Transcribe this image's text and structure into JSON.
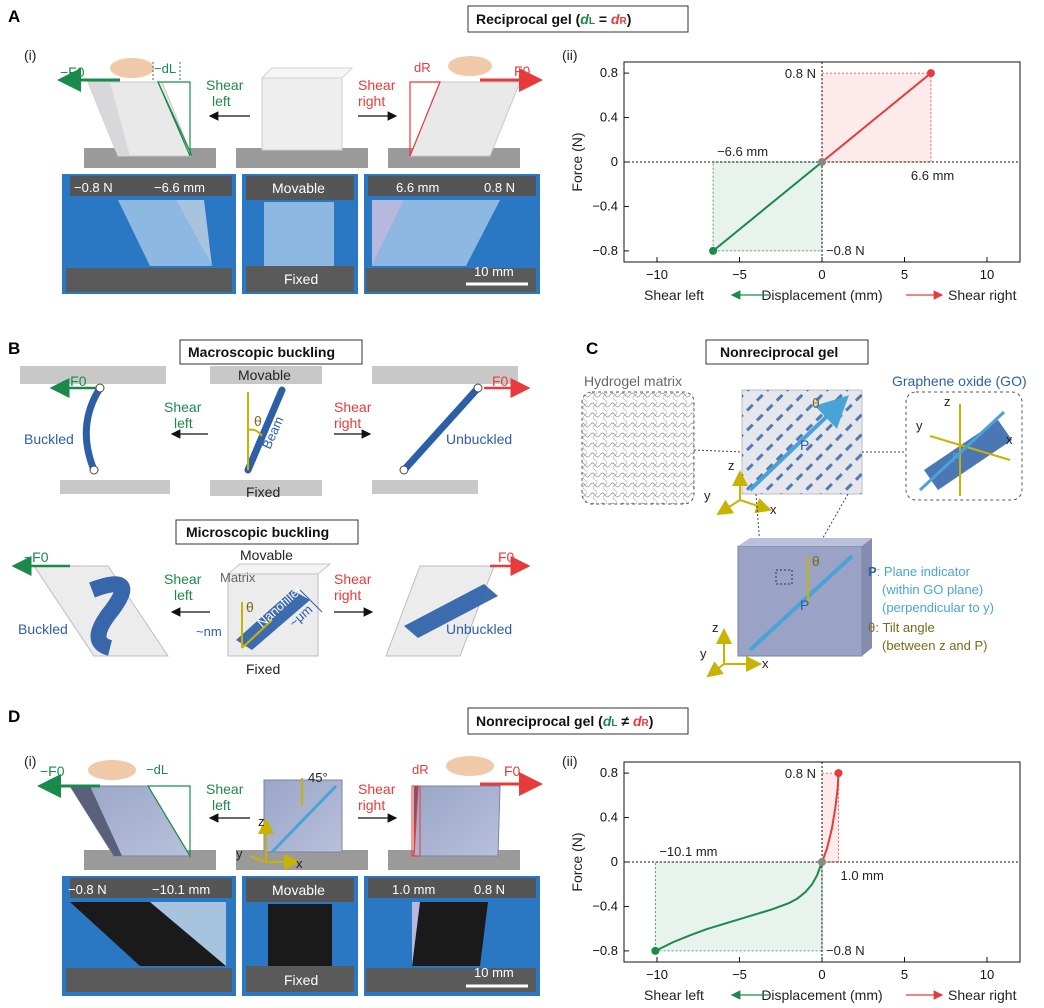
{
  "panels": {
    "A": {
      "letter": "A",
      "title": "Reciprocal gel",
      "title_cond": "= ",
      "sub_i": "(i)",
      "sub_ii": "(ii)",
      "neg_f0": "−F0",
      "pos_f0": "F0",
      "neg_dl": "−dL",
      "dr": "dR",
      "shear_left": [
        "Shear",
        "left"
      ],
      "shear_right": [
        "Shear",
        "right"
      ],
      "photo_labels": {
        "left_force": "−0.8 N",
        "left_disp": "−6.6 mm",
        "movable": "Movable",
        "fixed": "Fixed",
        "right_disp": "6.6 mm",
        "right_force": "0.8 N",
        "scale": "10 mm"
      },
      "chart_labels": {
        "pt_pos": "0.8 N",
        "disp_pos": "6.6 mm",
        "disp_neg": "−6.6 mm",
        "pt_neg": "−0.8 N"
      }
    },
    "B": {
      "letter": "B",
      "macro_title": "Macroscopic buckling",
      "micro_title": "Microscopic buckling",
      "neg_f0": "−F0",
      "pos_f0": "F0",
      "movable": "Movable",
      "fixed": "Fixed",
      "buckled": "Buckled",
      "unbuckled": "Unbuckled",
      "beam": "Beam",
      "theta": "θ",
      "shear_left": [
        "Shear",
        "left"
      ],
      "shear_right": [
        "Shear",
        "right"
      ],
      "matrix": "Matrix",
      "nanofiller": "Nanofiller",
      "nm": "~nm",
      "um": "~μm"
    },
    "C": {
      "letter": "C",
      "title": "Nonreciprocal gel",
      "hydrogel": "Hydrogel matrix",
      "go": "Graphene oxide (GO)",
      "p_label": "P",
      "p_desc": ": Plane indicator",
      "p_desc2": "(within GO plane)",
      "p_desc3": "(perpendicular to y)",
      "theta_desc": ": Tilt angle",
      "theta_desc2": "(between z and P)",
      "axes": {
        "x": "x",
        "y": "y",
        "z": "z"
      }
    },
    "D": {
      "letter": "D",
      "title": "Nonreciprocal gel",
      "sub_i": "(i)",
      "sub_ii": "(ii)",
      "neg_f0": "−F0",
      "pos_f0": "F0",
      "neg_dl": "−dL",
      "dr": "dR",
      "angle": "45°",
      "shear_left": [
        "Shear",
        "left"
      ],
      "shear_right": [
        "Shear",
        "right"
      ],
      "photo_labels": {
        "left_force": "−0.8 N",
        "left_disp": "−10.1 mm",
        "movable": "Movable",
        "fixed": "Fixed",
        "right_disp": "1.0 mm",
        "right_force": "0.8 N",
        "scale": "10 mm"
      },
      "chart_labels": {
        "pt_pos": "0.8 N",
        "disp_pos": "1.0 mm",
        "disp_neg": "−10.1 mm",
        "pt_neg": "−0.8 N"
      }
    }
  },
  "chart_data": [
    {
      "type": "line",
      "panel": "A(ii)",
      "xlabel": "Displacement (mm)",
      "ylabel": "Force (N)",
      "xlabel_left": "Shear left",
      "xlabel_right": "Shear right",
      "xlim": [
        -12,
        12
      ],
      "ylim": [
        -0.9,
        0.9
      ],
      "xticks": [
        -10,
        -5,
        0,
        5,
        10
      ],
      "yticks": [
        -0.8,
        -0.4,
        0,
        0.4,
        0.8
      ],
      "xtick_labels": [
        "−10",
        "−5",
        "0",
        "5",
        "10"
      ],
      "ytick_labels": [
        "−0.8",
        "−0.4",
        "0",
        "0.4",
        "0.8"
      ],
      "series": [
        {
          "name": "",
          "color": "#1a8a4a",
          "x": [
            -6.6,
            0
          ],
          "y": [
            -0.8,
            0
          ]
        },
        {
          "name": "",
          "color": "#e83a3a",
          "x": [
            0,
            6.6
          ],
          "y": [
            0,
            0.8
          ]
        }
      ]
    },
    {
      "type": "line",
      "panel": "D(ii)",
      "xlabel": "Displacement (mm)",
      "ylabel": "Force (N)",
      "xlabel_left": "Shear left",
      "xlabel_right": "Shear right",
      "xlim": [
        -12,
        12
      ],
      "ylim": [
        -0.9,
        0.9
      ],
      "xticks": [
        -10,
        -5,
        0,
        5,
        10
      ],
      "yticks": [
        -0.8,
        -0.4,
        0,
        0.4,
        0.8
      ],
      "xtick_labels": [
        "−10",
        "−5",
        "0",
        "5",
        "10"
      ],
      "ytick_labels": [
        "−0.8",
        "−0.4",
        "0",
        "0.4",
        "0.8"
      ],
      "series": [
        {
          "name": "",
          "color": "#1a8a4a",
          "x": [
            -10.1,
            -9,
            -8,
            -7,
            -6,
            -5,
            -4,
            -3,
            -2,
            -1.5,
            -1,
            -0.6,
            -0.3,
            0
          ],
          "y": [
            -0.8,
            -0.72,
            -0.66,
            -0.605,
            -0.56,
            -0.515,
            -0.47,
            -0.425,
            -0.37,
            -0.33,
            -0.27,
            -0.2,
            -0.12,
            0
          ]
        },
        {
          "name": "",
          "color": "#e83a3a",
          "x": [
            0,
            0.3,
            0.6,
            0.8,
            0.95,
            1.0
          ],
          "y": [
            0,
            0.12,
            0.3,
            0.48,
            0.66,
            0.8
          ]
        }
      ]
    }
  ],
  "colors": {
    "green": "#1a8a4a",
    "red": "#e83a3a",
    "blue": "#2d5fa8",
    "light_blue": "#4aa3d8",
    "olive": "#7a6a1a",
    "photo_bg": "#2a78c4"
  }
}
